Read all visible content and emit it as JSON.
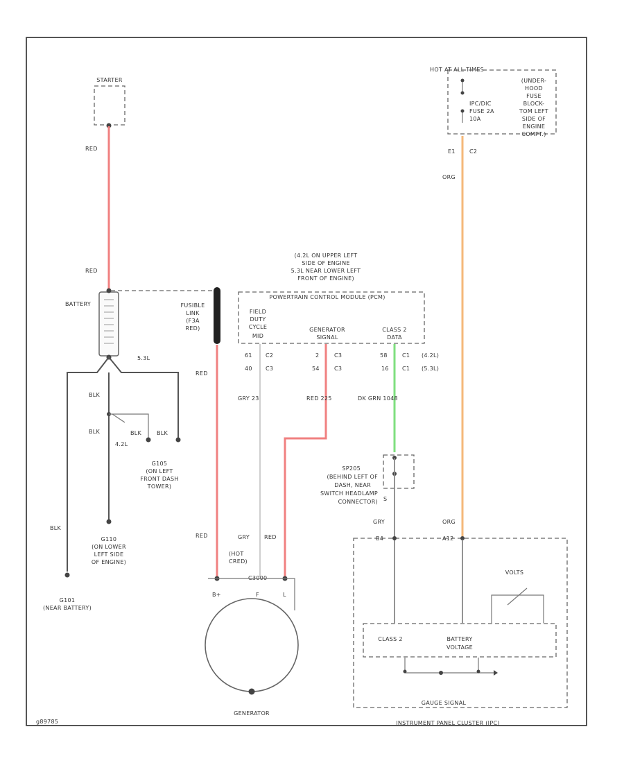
{
  "colors": {
    "red_wire": "#f08080",
    "orange_wire": "#f5b87a",
    "green_wire": "#7fdf7f",
    "gray_wire": "#cfcfcf",
    "dark_wire": "#555555"
  },
  "diagram": {
    "starter": "STARTER",
    "battery": "BATTERY",
    "hot_fuse_box": "HOT AT ALL TIMES",
    "underhood_fuse_block": [
      "(UNDER-",
      "HOOD",
      "FUSE",
      "BLOCK-",
      "TOM LEFT",
      "SIDE OF",
      "ENGINE",
      "COMPT.)"
    ],
    "ipcm_fuse": [
      "IPC/DIC",
      "FUSE 2A",
      "10A"
    ],
    "fuse_conn": [
      "E1",
      "C2"
    ],
    "wire_red": "RED",
    "wire_org": "ORG",
    "wire_blk": "BLK",
    "wire_gry": "GRY",
    "pcm_location": [
      "(4.2L ON UPPER LEFT",
      "SIDE OF ENGINE",
      "5.3L NEAR LOWER LEFT",
      "FRONT OF ENGINE)"
    ],
    "pcm_name": "POWERTRAIN CONTROL MODULE (PCM)",
    "pcm_field": [
      "FIELD",
      "DUTY",
      "CYCLE"
    ],
    "pcm_field_suffix": "MID",
    "pcm_gen": [
      "GENERATOR",
      "SIGNAL"
    ],
    "pcm_class2": [
      "CLASS 2",
      "DATA"
    ],
    "pcm_pins": [
      [
        "61",
        "C2",
        "2",
        "C3",
        "58",
        "C1",
        "(4.2L)"
      ],
      [
        "40",
        "C3",
        "54",
        "C3",
        "16",
        "C1",
        "(5.3L)"
      ]
    ],
    "gry_23": "GRY  23",
    "red_225": "RED  225",
    "dk_grn_1048": "DK GRN  1048",
    "fusible_link": [
      "FUSIBLE",
      "LINK",
      "(F3A",
      "RED)"
    ],
    "v53": "5.3L",
    "v42": "4.2L",
    "g105": [
      "G105",
      "(ON LEFT",
      "FRONT DASH",
      "TOWER)"
    ],
    "g110": [
      "G110",
      "(ON LOWER",
      "LEFT SIDE",
      "OF ENGINE)"
    ],
    "g101": [
      "G101",
      "(NEAR BATTERY)"
    ],
    "sp205": [
      "SP205",
      "(BEHIND LEFT OF",
      "DASH, NEAR",
      "SWITCH HEADLAMP",
      "CONNECTOR)"
    ],
    "conn_s": "S",
    "gen_hot": [
      "(HOT",
      "CRED)"
    ],
    "gen_conn": "C3000",
    "gen_pins": [
      "B+",
      "F",
      "L"
    ],
    "generator": "GENERATOR",
    "ipc_pins": [
      "B4",
      "A12"
    ],
    "volts": "VOLTS",
    "class2": "CLASS 2",
    "battery_voltage": [
      "BATTERY",
      "VOLTAGE"
    ],
    "gauge_sig": "GAUGE SIGNAL",
    "ipc_name": "INSTRUMENT PANEL CLUSTER (IPC)",
    "fig_code": "g89785"
  }
}
